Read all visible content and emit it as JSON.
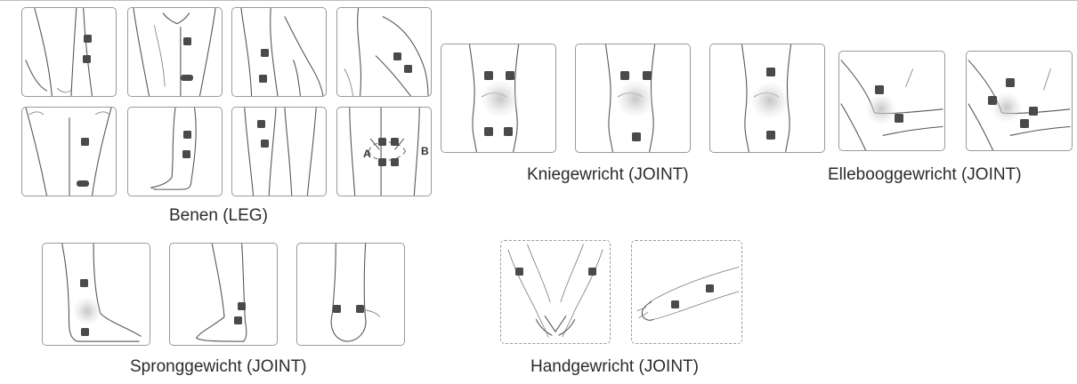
{
  "captions": {
    "leg": "Benen (LEG)",
    "knee": "Kniegewricht  (JOINT)",
    "elbow": "Ellebooggewricht (JOINT)",
    "ankle": "Spronggewicht (JOINT)",
    "wrist": "Handgewricht (JOINT)"
  },
  "markers": {
    "a": "A",
    "b": "B"
  },
  "illustrations": [
    "leg-front-thigh",
    "leg-front-full",
    "leg-side-thigh",
    "leg-hip-side",
    "leg-back-thigh",
    "leg-calf-side",
    "leg-back-calf",
    "leg-knee-a-b",
    "knee-front-1",
    "knee-front-2",
    "knee-front-3",
    "elbow-1",
    "elbow-2",
    "ankle-side-1",
    "ankle-side-2",
    "ankle-back",
    "wrist-palms",
    "wrist-hand"
  ],
  "colors": {
    "pad": "#4a4a4a",
    "outline": "#9a9a9a",
    "text": "#2b2b2b"
  }
}
